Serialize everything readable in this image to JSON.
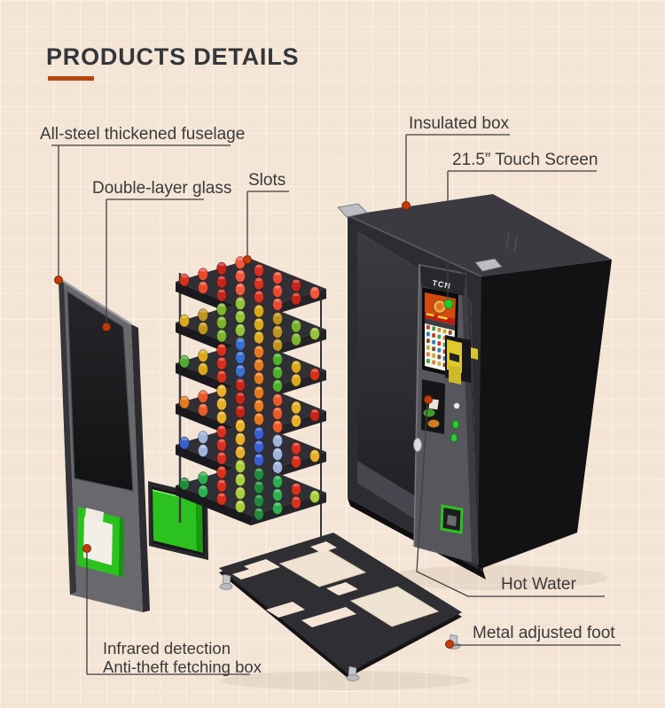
{
  "header": {
    "title": "PRODUCTS DETAILS",
    "accent_color": "#b5470f"
  },
  "callouts": {
    "fuselage": {
      "label": "All-steel thickened fuselage"
    },
    "glass": {
      "label": "Double-layer glass"
    },
    "slots": {
      "label": "Slots"
    },
    "insulated_box": {
      "label": "Insulated box"
    },
    "touch_screen": {
      "label": "21.5” Touch Screen"
    },
    "hot_water": {
      "label": "Hot Water"
    },
    "adjust_foot": {
      "label": "Metal adjusted foot"
    },
    "fetching_box": {
      "line1": "Infrared detection",
      "line2": "Anti-theft fetching box"
    }
  },
  "machine": {
    "brand": "TCN",
    "marker_color": "#c13c0c",
    "touch_marker_color": "#27ca2b",
    "green_accent": "#2bc21f",
    "shelves": [
      {
        "name": "tray-1",
        "colors": [
          "#d9301f",
          "#e84a31",
          "#c2251a",
          "#ef5a3c"
        ]
      },
      {
        "name": "tray-2",
        "colors": [
          "#d9a91c",
          "#c0951f",
          "#7ab32c",
          "#93c33c"
        ]
      },
      {
        "name": "tray-3",
        "colors": [
          "#4fae2f",
          "#d9a91c",
          "#d92f1d",
          "#3a6fd0",
          "#e4791f"
        ]
      },
      {
        "name": "tray-4",
        "colors": [
          "#e4791f",
          "#e85a2b",
          "#e8b02a",
          "#c6241a"
        ]
      },
      {
        "name": "tray-5",
        "colors": [
          "#3a5fd0",
          "#9fb3dc",
          "#d92f1d",
          "#e8b02a"
        ]
      },
      {
        "name": "tray-6",
        "colors": [
          "#20893b",
          "#2fae51",
          "#d92f1d",
          "#a9cf3f"
        ]
      }
    ]
  }
}
